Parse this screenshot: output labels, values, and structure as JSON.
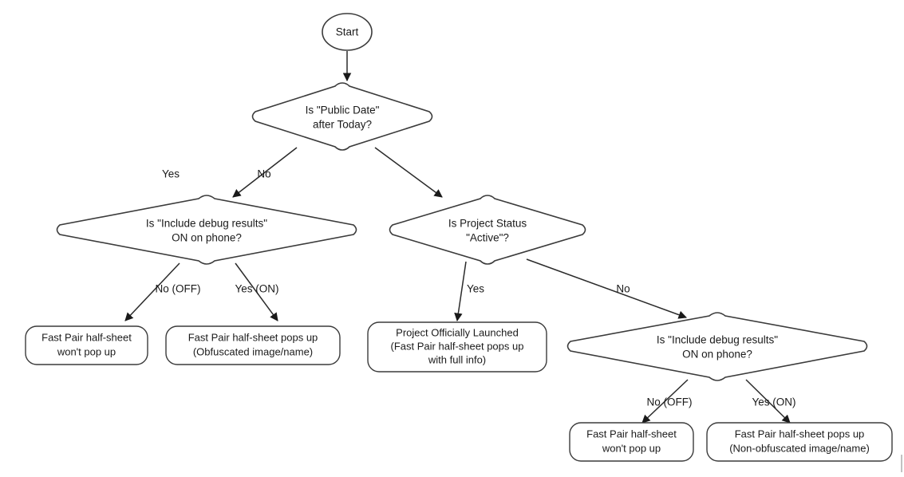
{
  "diagram": {
    "title": "Fast Pair half-sheet decision flowchart",
    "background_color": "#ffffff",
    "line_color": "#2b2b2b",
    "text_color": "#1a1a1a"
  },
  "nodes": {
    "start": {
      "id": "start",
      "shape": "ellipse",
      "label": "Start"
    },
    "decision_public_date": {
      "id": "decision-public-date",
      "shape": "diamond",
      "line1": "Is \"Public Date\"",
      "line2": "after Today?"
    },
    "decision_debug_left": {
      "id": "decision-debug-left",
      "shape": "diamond",
      "line1": "Is \"Include debug results\"",
      "line2": "ON on phone?"
    },
    "decision_project_status": {
      "id": "decision-project-status",
      "shape": "diamond",
      "line1": "Is Project Status",
      "line2": "\"Active\"?"
    },
    "decision_debug_right": {
      "id": "decision-debug-right",
      "shape": "diamond",
      "line1": "Is \"Include debug results\"",
      "line2": "ON on phone?"
    },
    "outcome_no_popup_left": {
      "id": "outcome-no-popup-left",
      "shape": "rounded-rect",
      "line1": "Fast Pair half-sheet",
      "line2": "won't pop up"
    },
    "outcome_obfuscated": {
      "id": "outcome-obfuscated",
      "shape": "rounded-rect",
      "line1": "Fast Pair half-sheet pops up",
      "line2": "(Obfuscated image/name)"
    },
    "outcome_launched": {
      "id": "outcome-launched",
      "shape": "rounded-rect",
      "line1": "Project Officially Launched",
      "line2": "(Fast Pair half-sheet pops up",
      "line3": "with full info)"
    },
    "outcome_no_popup_right": {
      "id": "outcome-no-popup-right",
      "shape": "rounded-rect",
      "line1": "Fast Pair half-sheet",
      "line2": "won't pop up"
    },
    "outcome_non_obfuscated": {
      "id": "outcome-non-obfuscated",
      "shape": "rounded-rect",
      "line1": "Fast Pair half-sheet pops up",
      "line2": "(Non-obfuscated image/name)"
    }
  },
  "edges": [
    {
      "id": "edge-start-to-public-date",
      "from": "start",
      "to": "decision_public_date",
      "label": ""
    },
    {
      "id": "edge-public-date-yes",
      "from": "decision_public_date",
      "to": "decision_debug_left",
      "label": "Yes"
    },
    {
      "id": "edge-public-date-no",
      "from": "decision_public_date",
      "to": "decision_project_status",
      "label": "No"
    },
    {
      "id": "edge-debug-left-off",
      "from": "decision_debug_left",
      "to": "outcome_no_popup_left",
      "label": "No (OFF)"
    },
    {
      "id": "edge-debug-left-on",
      "from": "decision_debug_left",
      "to": "outcome_obfuscated",
      "label": "Yes (ON)"
    },
    {
      "id": "edge-project-status-yes",
      "from": "decision_project_status",
      "to": "outcome_launched",
      "label": "Yes"
    },
    {
      "id": "edge-project-status-no",
      "from": "decision_project_status",
      "to": "decision_debug_right",
      "label": "No"
    },
    {
      "id": "edge-debug-right-off",
      "from": "decision_debug_right",
      "to": "outcome_no_popup_right",
      "label": "No (OFF)"
    },
    {
      "id": "edge-debug-right-on",
      "from": "decision_debug_right",
      "to": "outcome_non_obfuscated",
      "label": "Yes (ON)"
    }
  ],
  "edge_labels": {
    "public_date_yes": "Yes",
    "public_date_no": "No",
    "debug_left_off": "No (OFF)",
    "debug_left_on": "Yes (ON)",
    "project_status_yes": "Yes",
    "project_status_no": "No",
    "debug_right_off": "No (OFF)",
    "debug_right_on": "Yes (ON)"
  }
}
